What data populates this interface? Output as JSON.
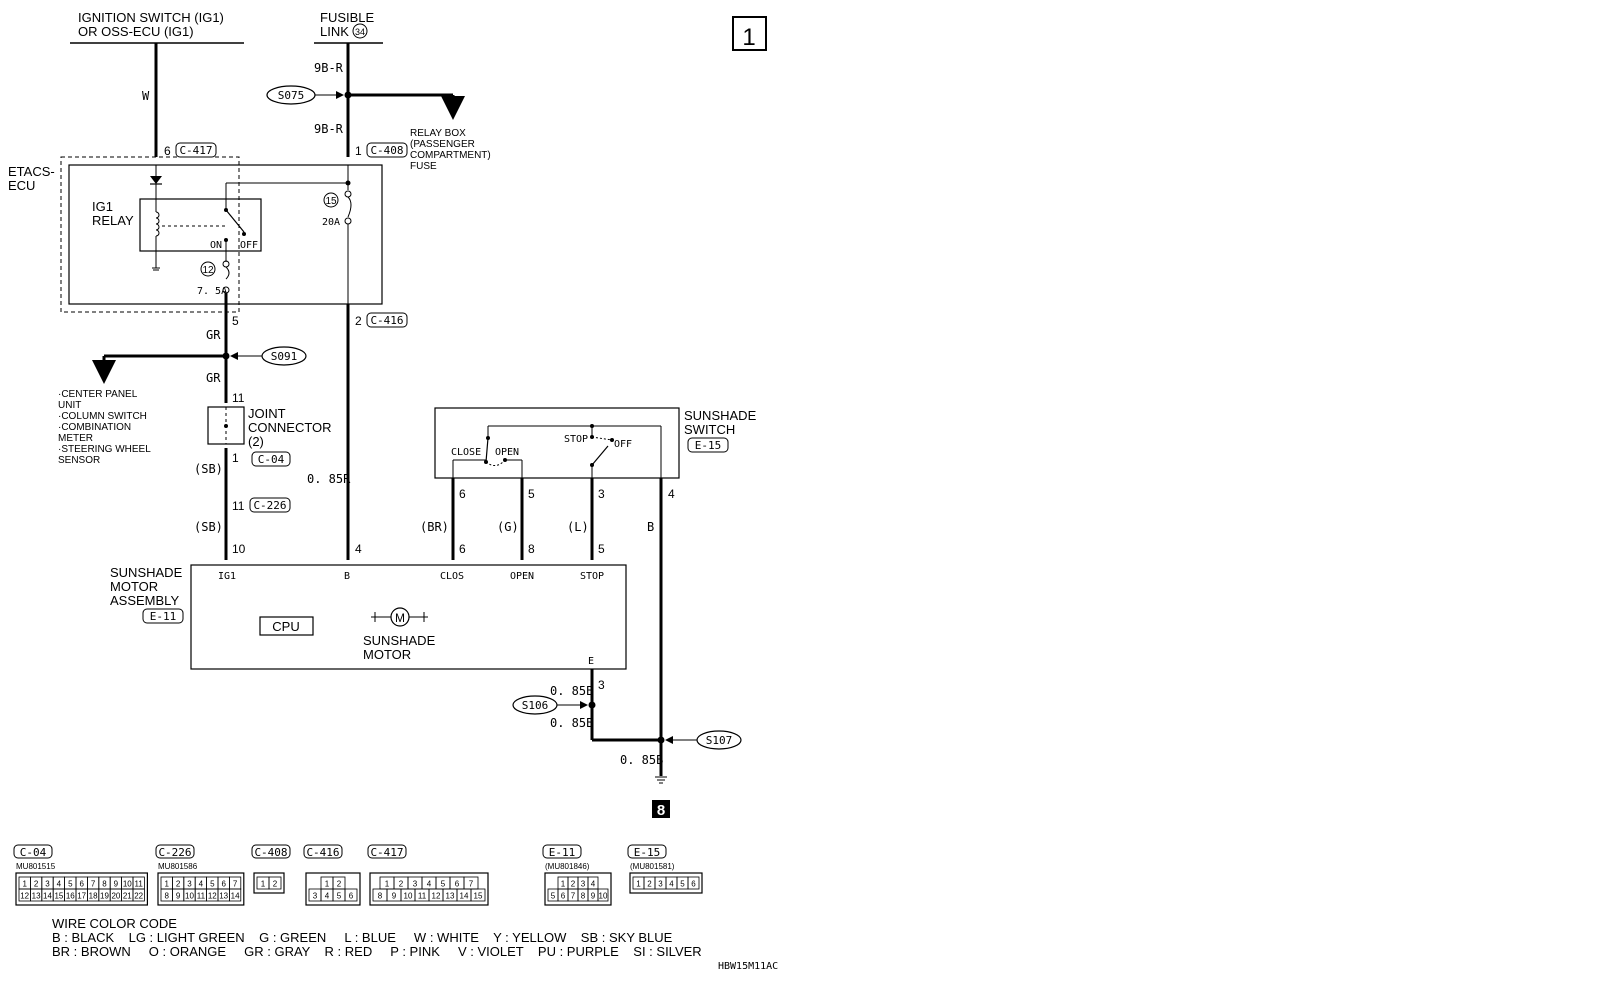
{
  "page_number": "1",
  "sources": {
    "ignition_1": "IGNITION SWITCH (IG1)",
    "ignition_2": "OR OSS-ECU (IG1)",
    "fusible_1": "FUSIBLE",
    "fusible_2": "LINK",
    "fusible_num": "34"
  },
  "wires": {
    "w": "W",
    "nine_br_top": "9B-R",
    "nine_br_mid": "9B-R",
    "gr_1": "GR",
    "gr_2": "GR",
    "sb_1": "(SB)",
    "sb_2": "(SB)",
    "r085": "0. 85R",
    "br": "(BR)",
    "g": "(G)",
    "l": "(L)",
    "b": "B",
    "b085_1": "0. 85B",
    "b085_2": "0. 85B",
    "b085_3": "0. 85B"
  },
  "splices": {
    "s075": "S075",
    "s091": "S091",
    "s106": "S106",
    "s107": "S107"
  },
  "relay_box": [
    "RELAY BOX",
    "(PASSENGER",
    "COMPARTMENT)",
    "FUSE"
  ],
  "etacs": [
    "ETACS-",
    "ECU"
  ],
  "ig1_relay": [
    "IG1",
    "RELAY"
  ],
  "relay_on": "ON",
  "relay_off": "OFF",
  "fuse_15": "15",
  "fuse_15_rating": "20A",
  "fuse_12": "12",
  "fuse_12_rating": "7. 5A",
  "pins": {
    "p6": "6",
    "p1_c408": "1",
    "p5": "5",
    "p2": "2",
    "p11": "11",
    "p1_c04": "1",
    "p11_c226": "11",
    "p10": "10",
    "p4_motor": "4",
    "p6_sw": "6",
    "p5_sw": "5",
    "p3_sw": "3",
    "p4_sw": "4",
    "p6_motor": "6",
    "p8_motor": "8",
    "p5_motor": "5",
    "p3_e": "3"
  },
  "connectors": {
    "c417": "C-417",
    "c408": "C-408",
    "c416": "C-416",
    "c04": "C-04",
    "c226": "C-226",
    "e15": "E-15",
    "e11": "E-11"
  },
  "center_list": [
    "·CENTER PANEL",
    " UNIT",
    "·COLUMN SWITCH",
    "·COMBINATION",
    " METER",
    "·STEERING WHEEL",
    " SENSOR"
  ],
  "joint_connector": [
    "JOINT",
    "CONNECTOR",
    "(2)"
  ],
  "sunshade_switch": [
    "SUNSHADE",
    "SWITCH"
  ],
  "switch_labels": {
    "close": "CLOSE",
    "open": "OPEN",
    "stop": "STOP",
    "off": "OFF"
  },
  "motor_assembly": [
    "SUNSHADE",
    "MOTOR",
    "ASSEMBLY"
  ],
  "motor_terms": {
    "ig1": "IG1",
    "b": "B",
    "clos": "CLOS",
    "open": "OPEN",
    "stop": "STOP",
    "e": "E"
  },
  "cpu": "CPU",
  "motor_symbol": "M",
  "sunshade_motor": [
    "SUNSHADE",
    "MOTOR"
  ],
  "ground": "8",
  "connector_diagrams": [
    {
      "id": "C-04",
      "part": "MU801515",
      "rows": [
        [
          "1",
          "2",
          "3",
          "4",
          "5",
          "6",
          "7",
          "8",
          "9",
          "10",
          "11"
        ],
        [
          "12",
          "13",
          "14",
          "15",
          "16",
          "17",
          "18",
          "19",
          "20",
          "21",
          "22"
        ]
      ]
    },
    {
      "id": "C-226",
      "part": "MU801586",
      "rows": [
        [
          "1",
          "2",
          "3",
          "4",
          "5",
          "6",
          "7"
        ],
        [
          "8",
          "9",
          "10",
          "11",
          "12",
          "13",
          "14"
        ]
      ]
    },
    {
      "id": "C-408",
      "part": "",
      "rows": [
        [
          "1",
          "2"
        ]
      ]
    },
    {
      "id": "C-416",
      "part": "",
      "rows": [
        [
          "1",
          "2"
        ],
        [
          "3",
          "4",
          "5",
          "6"
        ]
      ]
    },
    {
      "id": "C-417",
      "part": "",
      "rows": [
        [
          "1",
          "2",
          "3",
          "4",
          "5",
          "6",
          "7"
        ],
        [
          "8",
          "9",
          "10",
          "11",
          "12",
          "13",
          "14",
          "15"
        ]
      ]
    },
    {
      "id": "E-11",
      "part": "(MU801846)",
      "rows": [
        [
          "1",
          "2",
          "3",
          "4"
        ],
        [
          "5",
          "6",
          "7",
          "8",
          "9",
          "10"
        ]
      ]
    },
    {
      "id": "E-15",
      "part": "(MU801581)",
      "rows": [
        [
          "1",
          "2",
          "3",
          "4",
          "5",
          "6"
        ]
      ]
    }
  ],
  "legend_title": "WIRE COLOR CODE",
  "legend_line_1": "B : BLACK    LG : LIGHT GREEN    G : GREEN     L : BLUE     W : WHITE    Y : YELLOW    SB : SKY BLUE",
  "legend_line_2": "BR : BROWN     O : ORANGE     GR : GRAY    R : RED     P : PINK     V : VIOLET    PU : PURPLE    SI : SILVER",
  "doc_code": "HBW15M11AC"
}
